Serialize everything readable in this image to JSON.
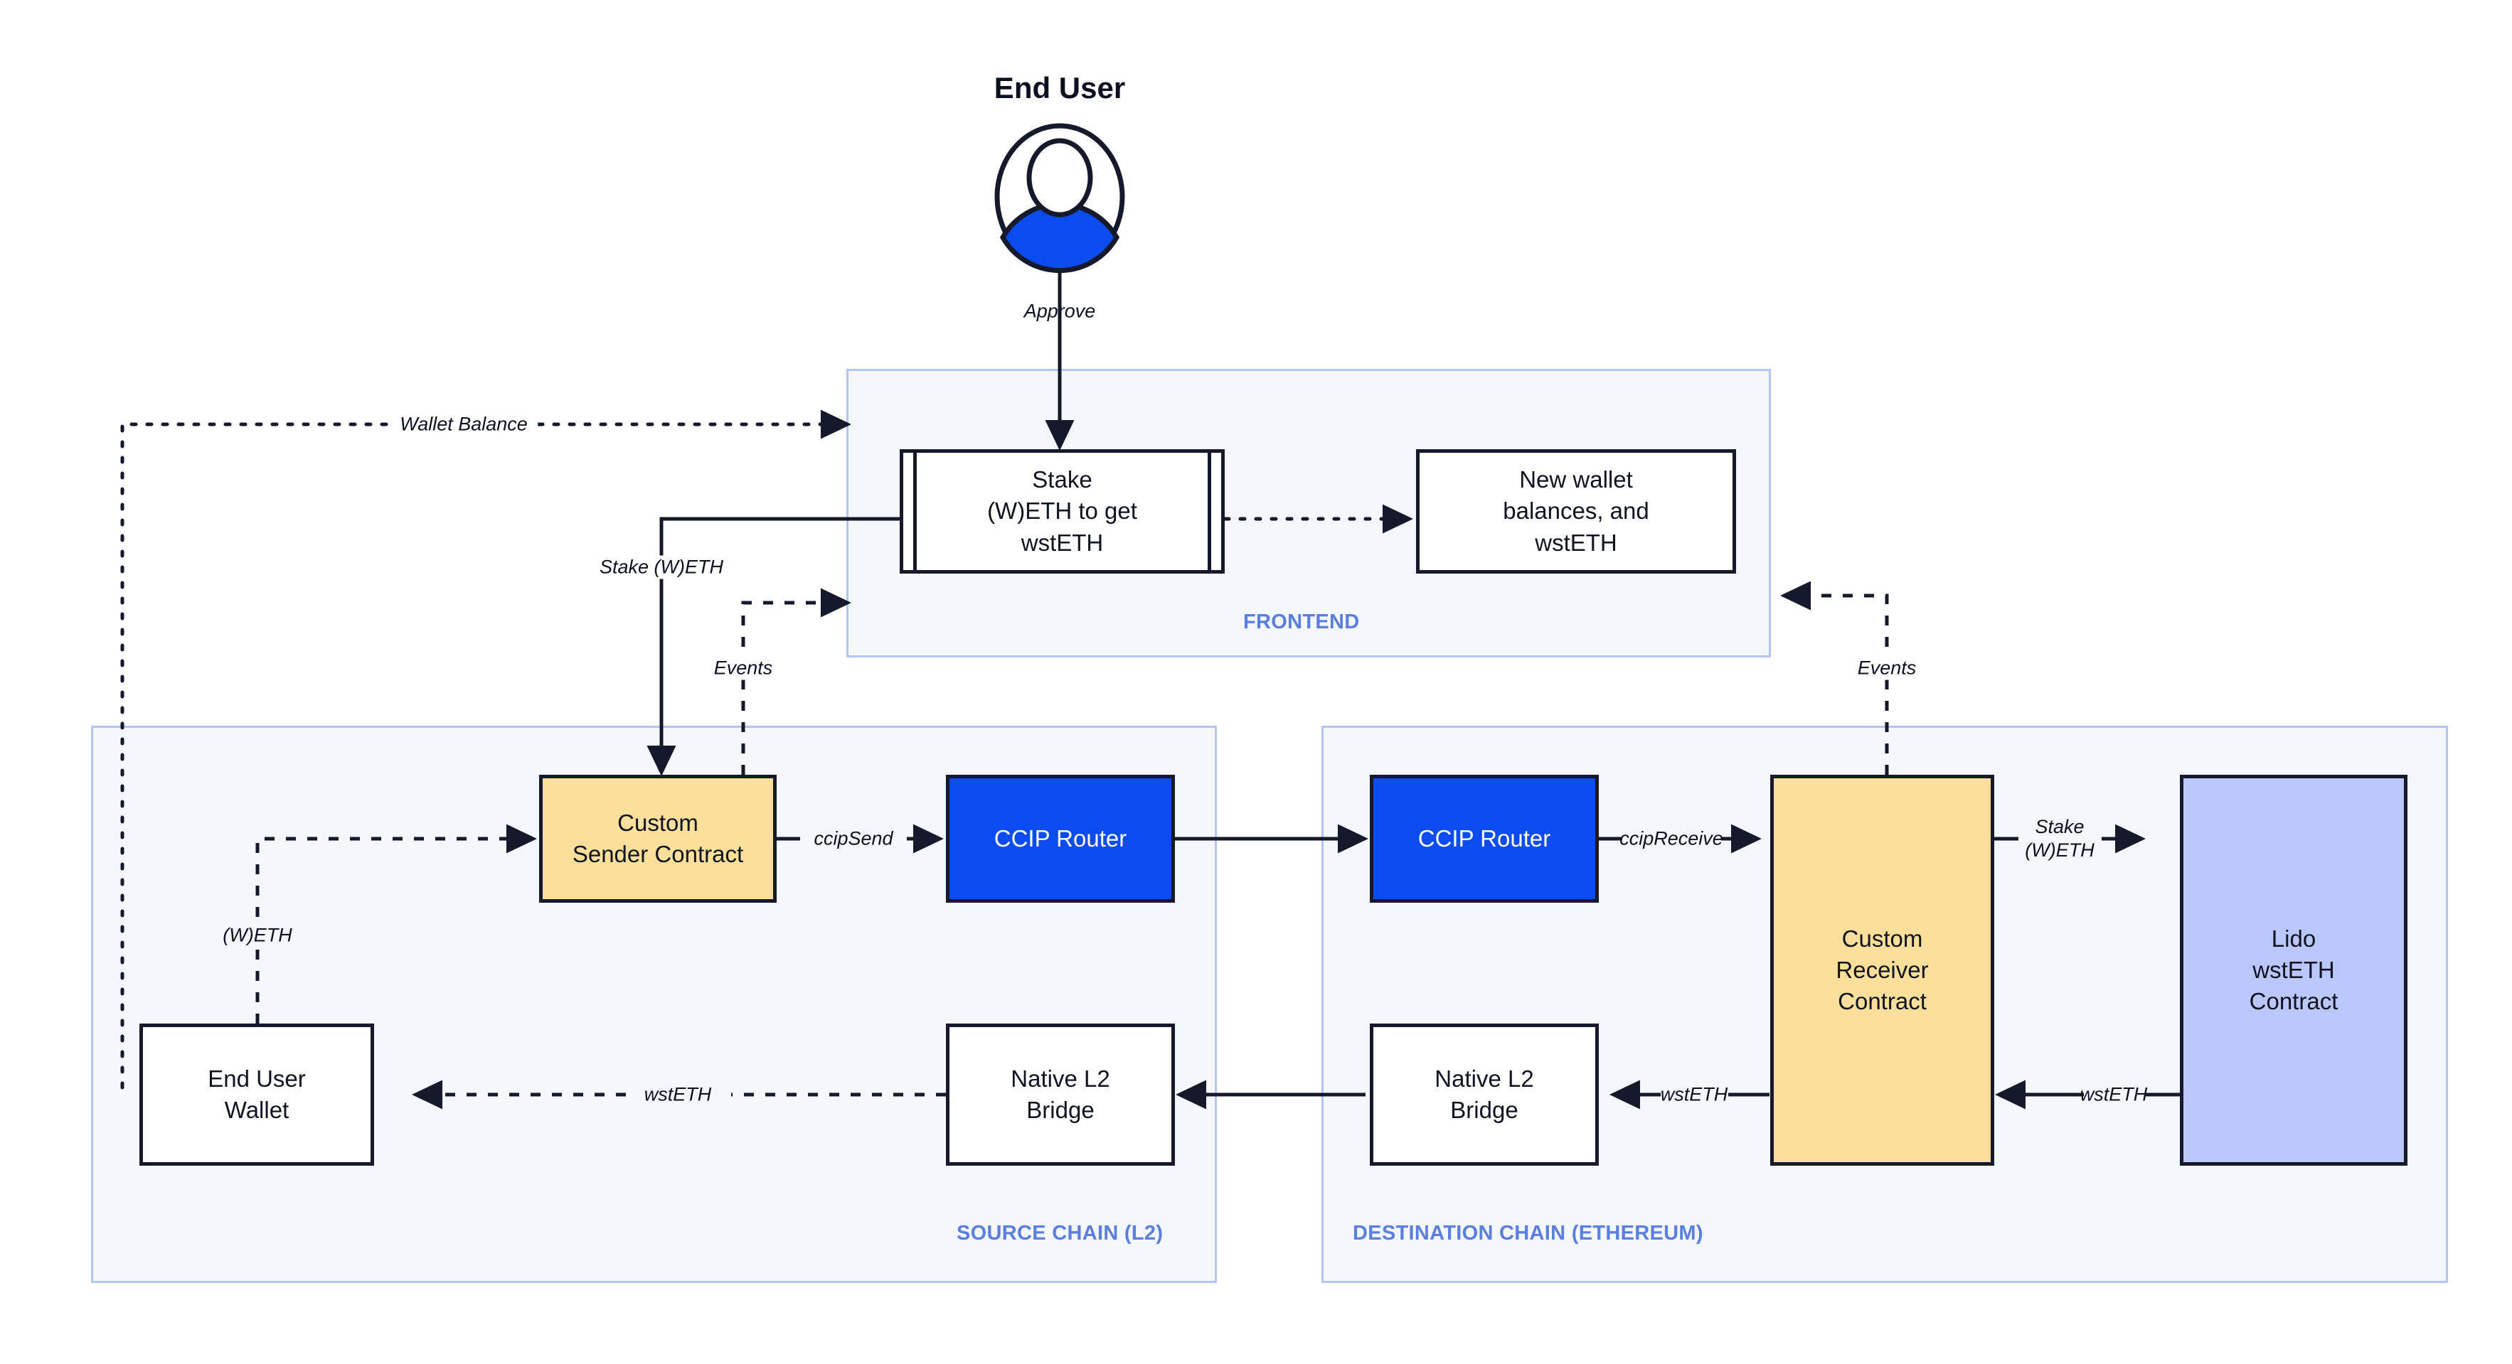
{
  "diagram": {
    "title": "CCIP cross-chain wstETH staking architecture",
    "colors": {
      "accent_blue": "#0b4cf0",
      "zone_border": "#b3c6f7",
      "zone_fill": "#f5f7fe",
      "zone_label": "#5a7fe0",
      "contract_yellow": "#fcdf9a",
      "lido_periwinkle": "#b9c7fa",
      "stroke_dark": "#16192b"
    }
  },
  "actor": {
    "name": "End User",
    "icon": "user-avatar-icon"
  },
  "zones": [
    {
      "id": "frontend",
      "label": "FRONTEND"
    },
    {
      "id": "source",
      "label": "SOURCE CHAIN (L2)"
    },
    {
      "id": "destination",
      "label": "DESTINATION CHAIN (ETHEREUM)"
    }
  ],
  "nodes": {
    "stake_form": {
      "label": "Stake\n(W)ETH to get\nwstETH",
      "style": "process",
      "zone": "frontend"
    },
    "new_balances": {
      "label": "New wallet\nbalances, and\nwstETH",
      "style": "white",
      "zone": "frontend"
    },
    "sender_contract": {
      "label": "Custom\nSender Contract",
      "style": "yellow",
      "zone": "source"
    },
    "ccip_router_src": {
      "label": "CCIP Router",
      "style": "blue",
      "zone": "source"
    },
    "user_wallet": {
      "label": "End User\nWallet",
      "style": "white",
      "zone": "source"
    },
    "bridge_src": {
      "label": "Native L2\nBridge",
      "style": "white",
      "zone": "source"
    },
    "ccip_router_dst": {
      "label": "CCIP Router",
      "style": "blue",
      "zone": "destination"
    },
    "receiver_contract": {
      "label": "Custom\nReceiver\nContract",
      "style": "yellow",
      "zone": "destination"
    },
    "lido_contract": {
      "label": "Lido\nwstETH\nContract",
      "style": "periwinkle",
      "zone": "destination"
    },
    "bridge_dst": {
      "label": "Native L2\nBridge",
      "style": "white",
      "zone": "destination"
    }
  },
  "edges": [
    {
      "id": "approve",
      "label": "Approve",
      "from": "end_user",
      "to": "stake_form",
      "line": "solid"
    },
    {
      "id": "wallet_balance",
      "label": "Wallet Balance",
      "from": "user_wallet",
      "to": "frontend",
      "line": "dotted"
    },
    {
      "id": "stake_weth_fe",
      "label": "Stake (W)ETH",
      "from": "stake_form",
      "to": "sender_contract",
      "line": "solid"
    },
    {
      "id": "events_src",
      "label": "Events",
      "from": "sender_contract",
      "to": "frontend",
      "line": "dashed"
    },
    {
      "id": "form_to_balances",
      "label": "",
      "from": "stake_form",
      "to": "new_balances",
      "line": "dotted"
    },
    {
      "id": "weth_in",
      "label": "(W)ETH",
      "from": "user_wallet",
      "to": "sender_contract",
      "line": "dashed"
    },
    {
      "id": "ccip_send",
      "label": "ccipSend",
      "from": "sender_contract",
      "to": "ccip_router_src",
      "line": "solid"
    },
    {
      "id": "router_to_router",
      "label": "",
      "from": "ccip_router_src",
      "to": "ccip_router_dst",
      "line": "solid"
    },
    {
      "id": "ccip_receive",
      "label": "ccipReceive",
      "from": "ccip_router_dst",
      "to": "receiver_contract",
      "line": "solid"
    },
    {
      "id": "stake_weth_lido",
      "label": "Stake\n(W)ETH",
      "from": "receiver_contract",
      "to": "lido_contract",
      "line": "solid"
    },
    {
      "id": "wsteth_lido",
      "label": "wstETH",
      "from": "lido_contract",
      "to": "receiver_contract",
      "line": "solid"
    },
    {
      "id": "wsteth_bridge",
      "label": "wstETH",
      "from": "receiver_contract",
      "to": "bridge_dst",
      "line": "solid"
    },
    {
      "id": "bridge_to_bridge",
      "label": "",
      "from": "bridge_dst",
      "to": "bridge_src",
      "line": "solid"
    },
    {
      "id": "wsteth_wallet",
      "label": "wstETH",
      "from": "bridge_src",
      "to": "user_wallet",
      "line": "dashed"
    },
    {
      "id": "events_dst",
      "label": "Events",
      "from": "receiver_contract",
      "to": "frontend",
      "line": "dashed"
    }
  ]
}
